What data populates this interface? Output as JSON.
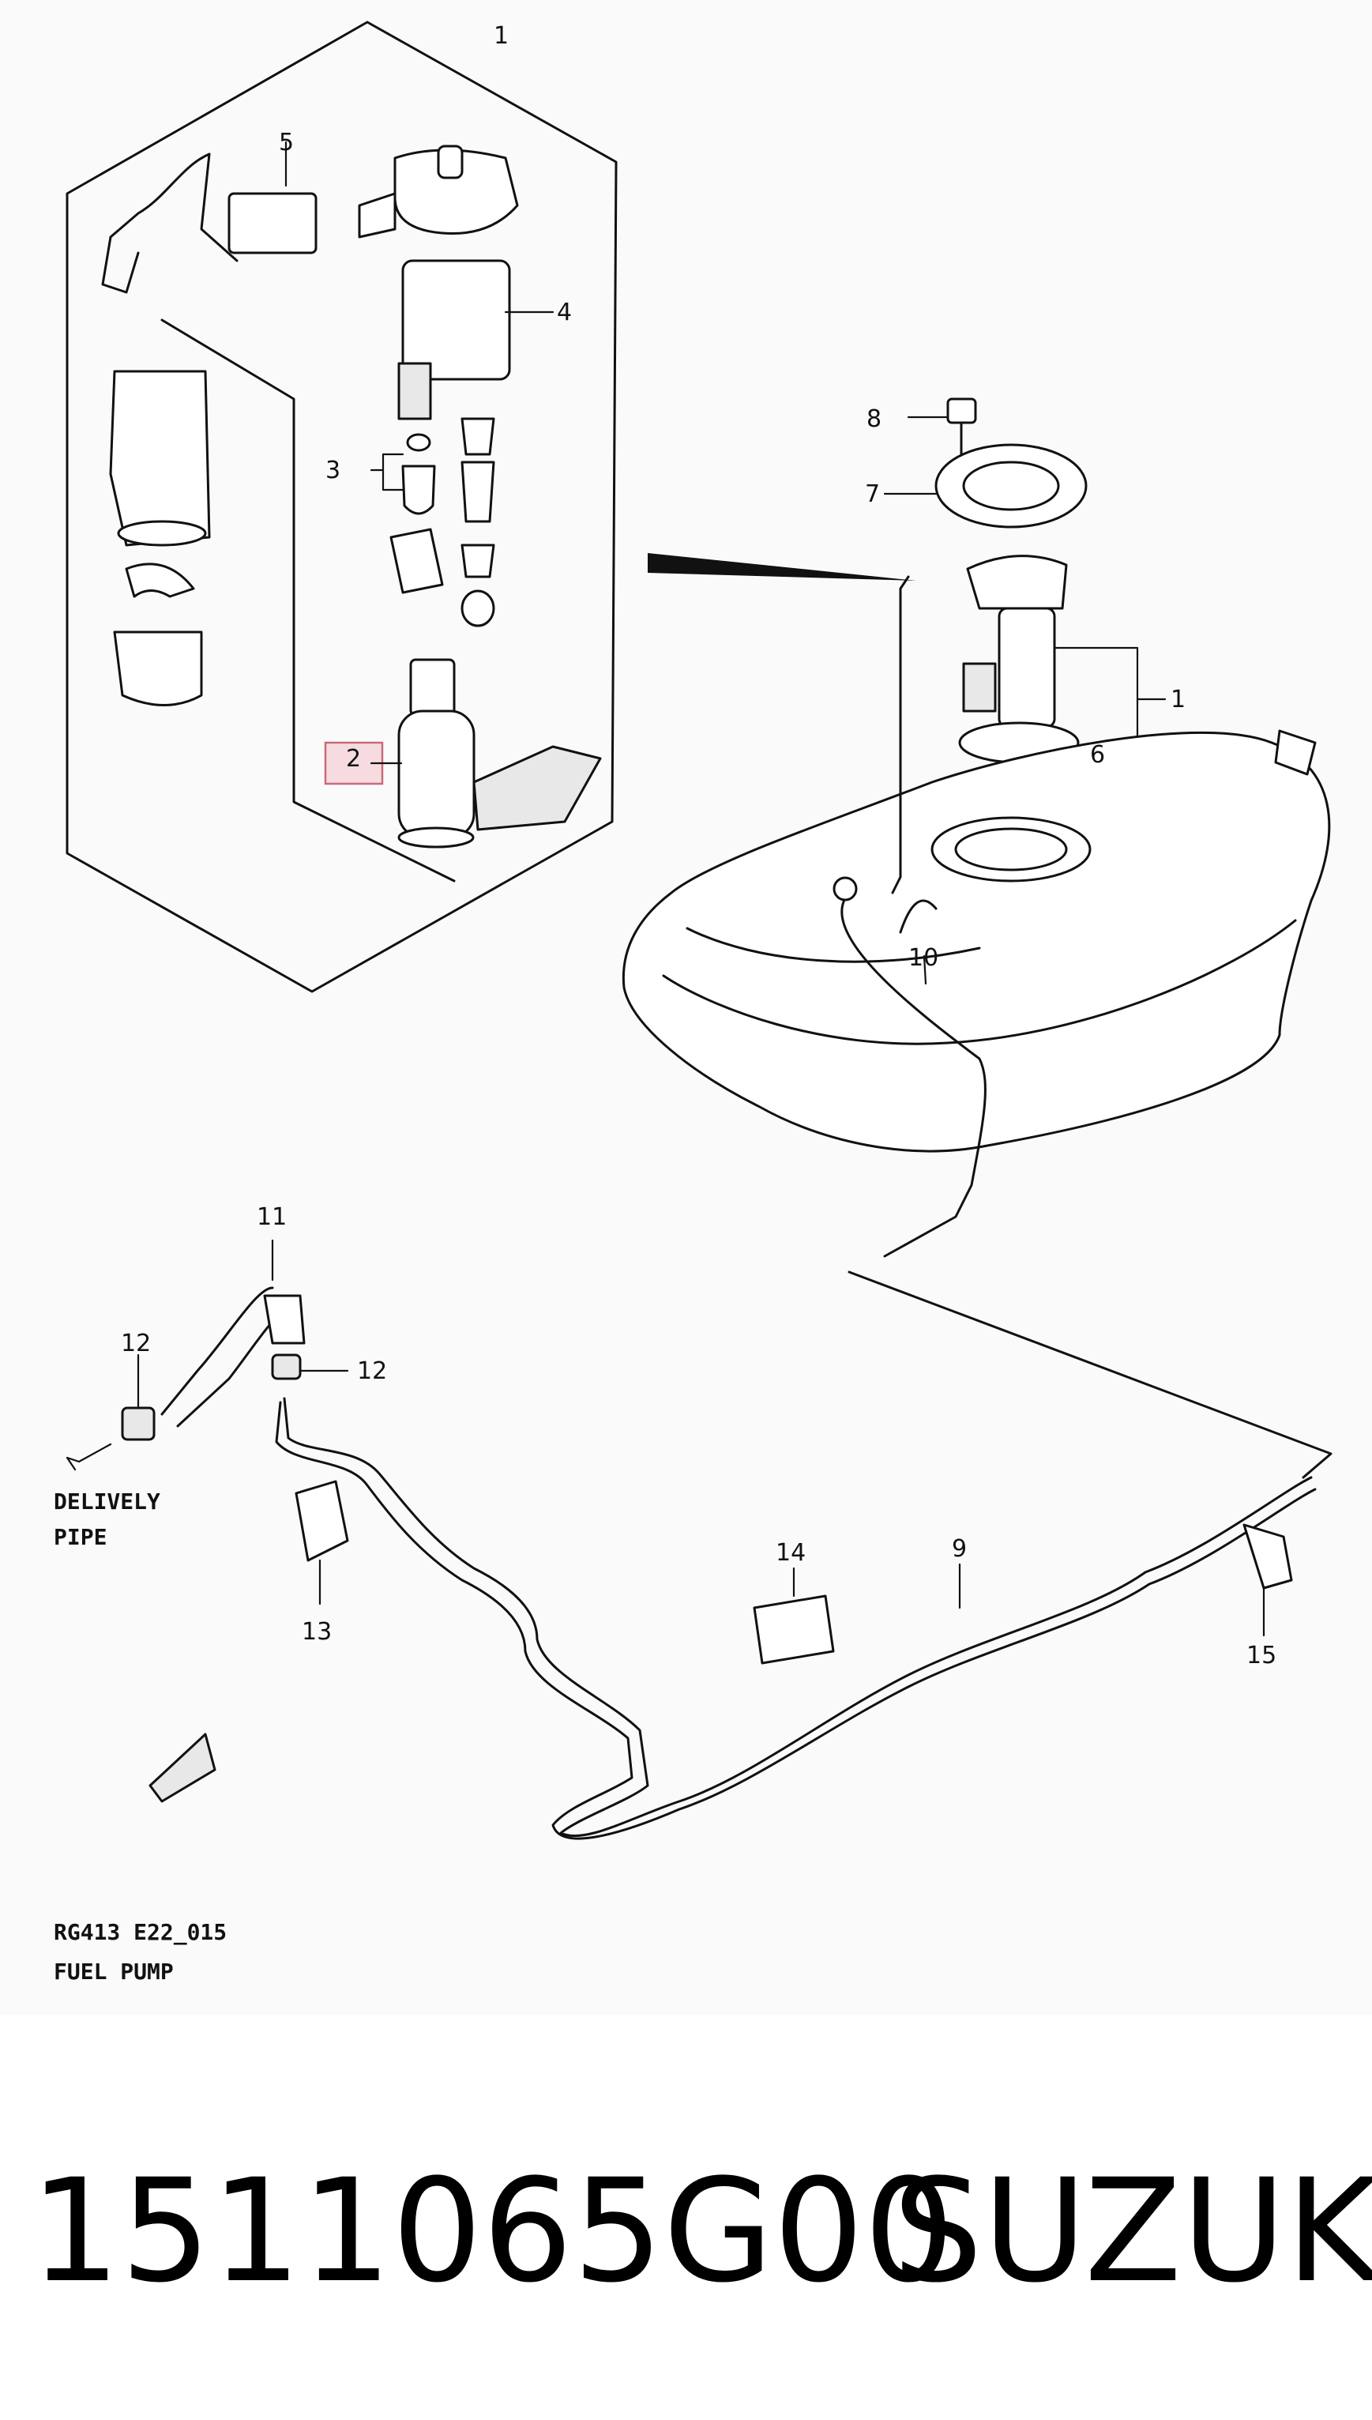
{
  "diagram": {
    "code": "RG413 E22_015",
    "title": "FUEL PUMP",
    "annotation_line1": "DELIVELY",
    "annotation_line2": "PIPE",
    "callouts": [
      "1",
      "2",
      "3",
      "4",
      "5",
      "6",
      "7",
      "8",
      "1",
      "10",
      "11",
      "12",
      "12",
      "13",
      "14",
      "9",
      "15"
    ],
    "highlighted_callout": "2",
    "highlight_color": "#f2b8c0"
  },
  "caption": {
    "part_number": "1511065G00",
    "brand": "SUZUKI"
  }
}
